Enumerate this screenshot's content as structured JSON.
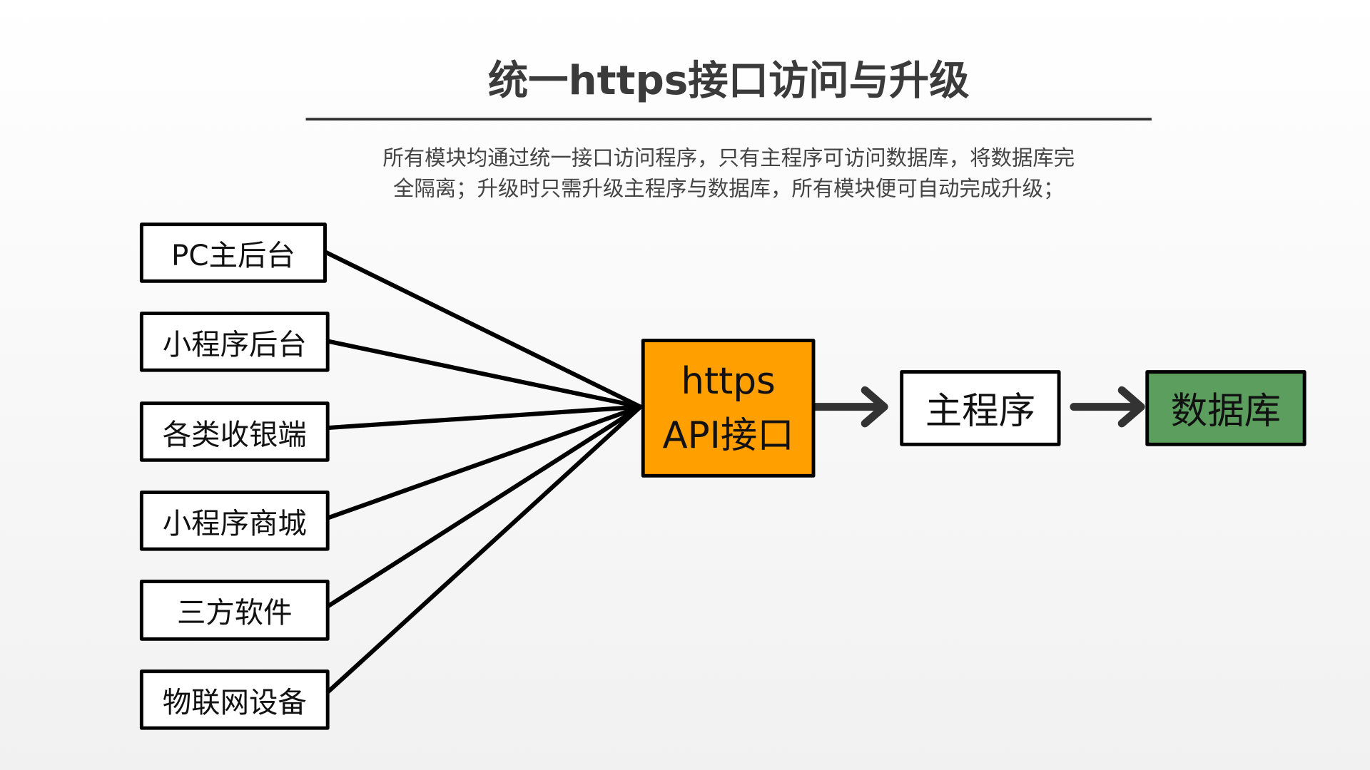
{
  "title": "统一https接口访问与升级",
  "description": {
    "line1": "所有模块均通过统一接口访问程序，只有主程序可访问数据库，将数据库完",
    "line2": "全隔离；升级时只需升级主程序与数据库，所有模块便可自动完成升级；"
  },
  "clients": [
    "PC主后台",
    "小程序后台",
    "各类收银端",
    "小程序商城",
    "三方软件",
    "物联网设备"
  ],
  "api": {
    "line1": "https",
    "line2": "API接口"
  },
  "main_program": "主程序",
  "database": "数据库",
  "colors": {
    "api": "#ff9f00",
    "database": "#5b9e5e",
    "arrow": "#333333"
  }
}
